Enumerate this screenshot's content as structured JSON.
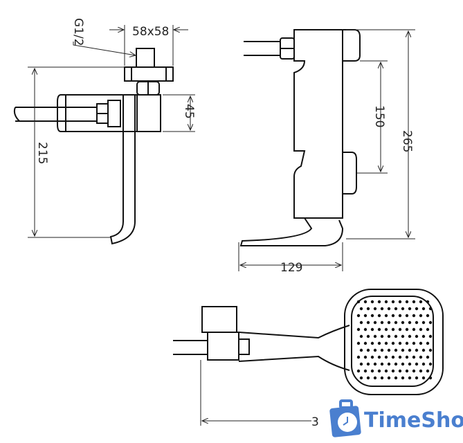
{
  "dimensions": {
    "thread": "G1/2",
    "flange_size": "58x58",
    "body_height": "45",
    "total_drop": "215",
    "bracket_spacing": "150",
    "total_height": "265",
    "depth": "129",
    "length_truncated": "3"
  },
  "logo": {
    "text": "TimeShop",
    "color": "#4a7fcf"
  }
}
